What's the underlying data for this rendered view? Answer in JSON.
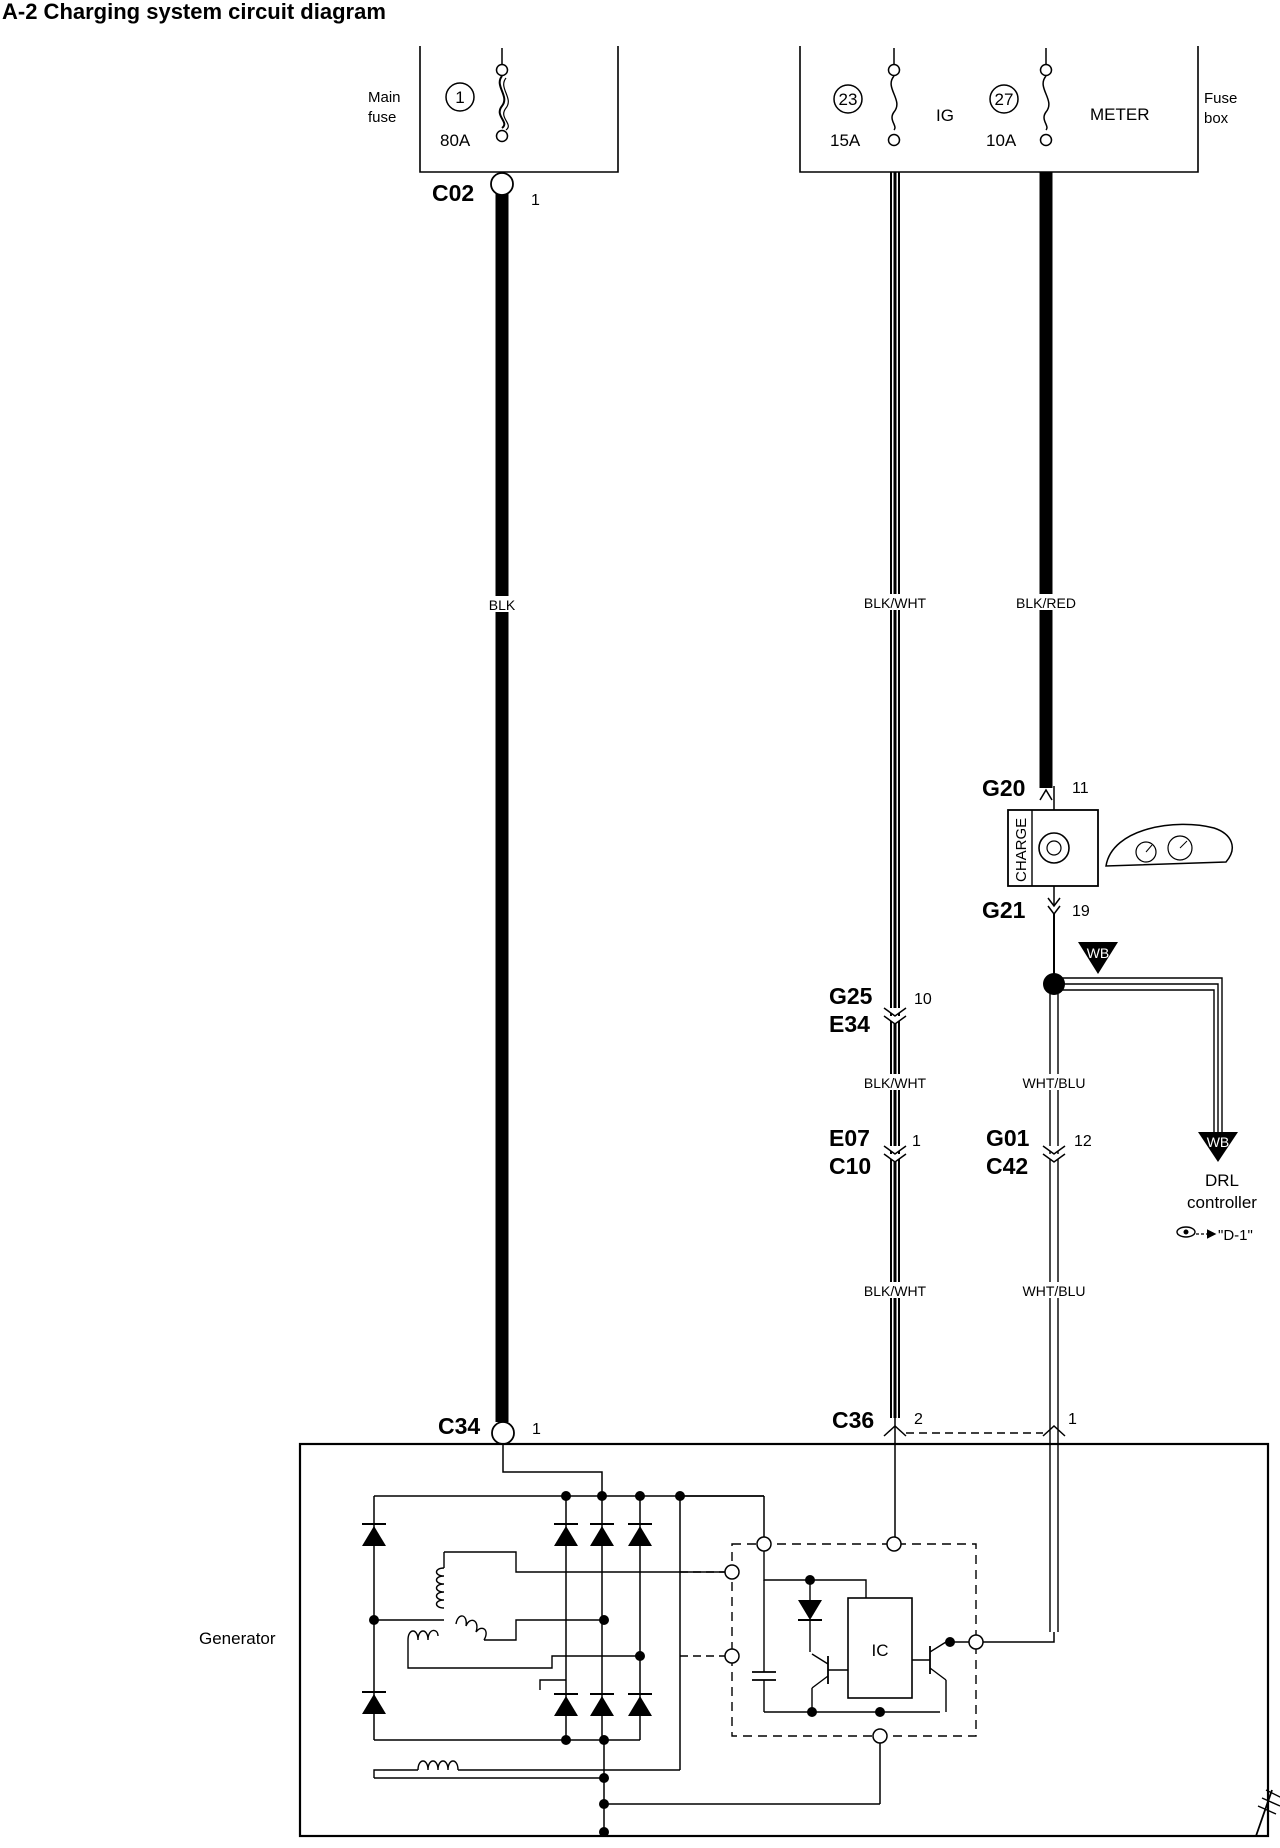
{
  "title": "A-2 Charging system circuit diagram",
  "main_fuse": {
    "label": "Main\nfuse",
    "number": "1",
    "rating": "80A"
  },
  "fuse_box": {
    "label": "Fuse\nbox",
    "fuses": [
      {
        "number": "23",
        "rating": "15A",
        "name": "IG"
      },
      {
        "number": "27",
        "rating": "10A",
        "name": "METER"
      }
    ]
  },
  "connectors": {
    "c02": {
      "id": "C02",
      "pin": "1"
    },
    "g20": {
      "id": "G20",
      "pin": "11"
    },
    "g21": {
      "id": "G21",
      "pin": "19"
    },
    "g25_e34": {
      "id_top": "G25",
      "id_bottom": "E34",
      "pin": "10"
    },
    "e07_c10": {
      "id_top": "E07",
      "id_bottom": "C10",
      "pin": "1"
    },
    "g01_c42": {
      "id_top": "G01",
      "id_bottom": "C42",
      "pin": "12"
    },
    "c34": {
      "id": "C34",
      "pin": "1"
    },
    "c36": {
      "id": "C36",
      "pin_a": "2",
      "pin_b": "1"
    }
  },
  "wires": {
    "blk": "BLK",
    "blk_wht_1": "BLK/WHT",
    "blk_red": "BLK/RED",
    "blk_wht_2": "BLK/WHT",
    "wht_blu_1": "WHT/BLU",
    "blk_wht_3": "BLK/WHT",
    "wht_blu_2": "WHT/BLU"
  },
  "charge_lamp": {
    "label": "CHARGE"
  },
  "wb_tag": "WB",
  "drl": {
    "label_1": "DRL",
    "label_2": "controller",
    "ref": "\"D-1\""
  },
  "generator": {
    "label": "Generator",
    "ic_label": "IC"
  }
}
